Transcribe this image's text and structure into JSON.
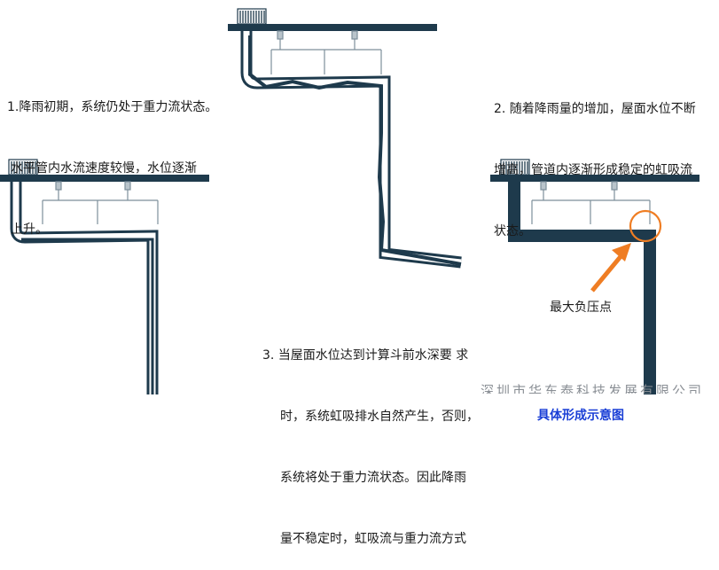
{
  "notes": {
    "stage1": [
      "1.降雨初期，系统仍处于重力流状态。",
      "水平管内水流速度较慢，水位逐渐",
      "上升。"
    ],
    "stage2": [
      "2. 随着降雨量的增加，屋面水位不断",
      "增高，管道内逐渐形成稳定的虹吸流",
      "状态。"
    ],
    "stage3": [
      "3. 当屋面水位达到计算斗前水深要 求",
      "时，系统虹吸排水自然产生，否则，",
      "系统将处于重力流状态。因此降雨",
      "量不稳定时，虹吸流与重力流方式"
    ]
  },
  "callout": "最大负压点",
  "watermark": "深圳市华东泰科技发展有限公司",
  "caption": "具体形成示意图",
  "colors": {
    "roof": "#1e3a4c",
    "pipe_wall": "#1e3a4c",
    "water": "#1e3a4c",
    "callout_arrow": "#ef7d23",
    "caption": "#1a3fd6"
  }
}
